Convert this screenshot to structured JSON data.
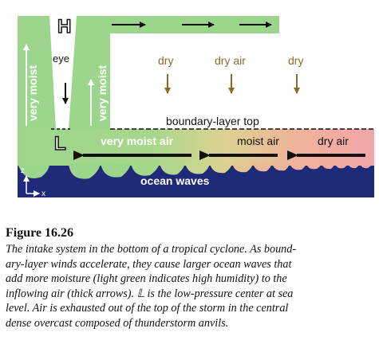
{
  "colors": {
    "green": "#9cd68c",
    "moist_mid": "#ddd391",
    "pink": "#f2a8a6",
    "ocean": "#1f2a78",
    "dry_text": "#8a6a2a",
    "arrow": "#111111"
  },
  "labels": {
    "high": "H",
    "low": "L",
    "eye": "eye",
    "very_moist_left": "very moist",
    "very_moist_right": "very moist",
    "dry_1": "dry",
    "dry_2": "dry air",
    "dry_3": "dry",
    "boundary_top": "boundary-layer top",
    "inflow_very_moist": "very moist air",
    "inflow_moist": "moist air",
    "inflow_dry": "dry air",
    "ocean": "ocean waves",
    "axis_z": "z",
    "axis_x": "x"
  },
  "caption": {
    "title": "Figure 16.26",
    "lines": [
      "The intake system in the bottom of a tropical cyclone. As bound-",
      "ary-layer winds accelerate, they cause larger ocean waves that",
      "add more moisture (light green indicates high humidity) to the",
      "inflowing air (thick arrows). 𝕃 is the low-pressure center at sea",
      "level. Air is exhausted out of the top of the storm in the central",
      "dense overcast composed of thunderstorm anvils."
    ]
  }
}
